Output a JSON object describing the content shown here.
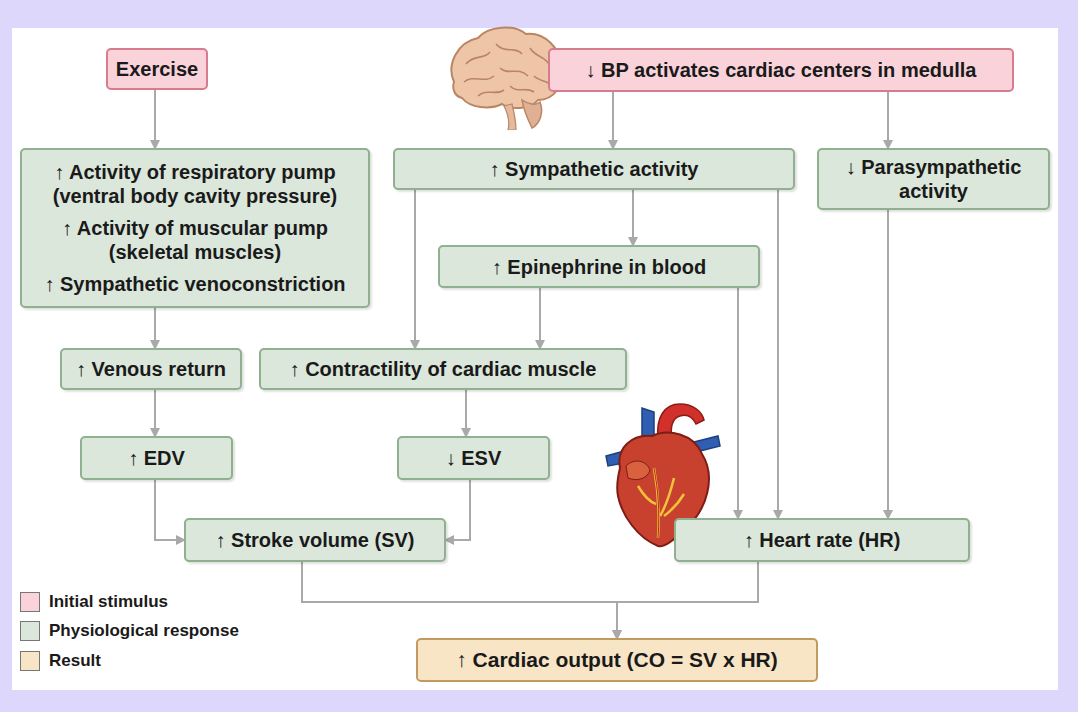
{
  "diagram": {
    "nodes": [
      {
        "text": [
          "Exercise"
        ]
      },
      {
        "text": [
          "↓ BP activates cardiac centers in medulla"
        ]
      },
      {
        "text": [
          "↑ Activity of respiratory pump (ventral body cavity pressure)",
          "↑ Activity of muscular pump (skeletal muscles)",
          "↑ Sympathetic venoconstriction"
        ]
      },
      {
        "text": [
          "↑ Sympathetic activity"
        ]
      },
      {
        "text": [
          "↓ Parasympathetic activity"
        ]
      },
      {
        "text": [
          "↑ Epinephrine in blood"
        ]
      },
      {
        "text": [
          "↑ Venous return"
        ]
      },
      {
        "text": [
          "↑ Contractility of cardiac muscle"
        ]
      },
      {
        "text": [
          "↑ EDV"
        ]
      },
      {
        "text": [
          "↓ ESV"
        ]
      },
      {
        "text": [
          "↑ Stroke volume (SV)"
        ]
      },
      {
        "text": [
          "↑ Heart rate (HR)"
        ]
      },
      {
        "text": [
          "↑ Cardiac output (CO = SV x HR)"
        ]
      }
    ],
    "edges": [
      {
        "from": 0,
        "to": 2,
        "arrow": "to"
      },
      {
        "from": 1,
        "to": 3,
        "arrow": "to"
      },
      {
        "from": 1,
        "to": 4,
        "arrow": "to"
      },
      {
        "from": 2,
        "to": 6,
        "arrow": "to"
      },
      {
        "from": 3,
        "to": 5,
        "arrow": "to"
      },
      {
        "from": 3,
        "to": 7,
        "arrow": "to"
      },
      {
        "from": 3,
        "to": 11,
        "arrow": "to"
      },
      {
        "from": 5,
        "to": 7,
        "arrow": "to"
      },
      {
        "from": 5,
        "to": 11,
        "arrow": "to"
      },
      {
        "from": 4,
        "to": 11,
        "arrow": "to"
      },
      {
        "from": 6,
        "to": 8,
        "arrow": "to"
      },
      {
        "from": 7,
        "to": 9,
        "arrow": "to"
      },
      {
        "from": 8,
        "to": 10,
        "arrow": "to"
      },
      {
        "from": 9,
        "to": 10,
        "arrow": "to"
      },
      {
        "from": 10,
        "to": 12,
        "arrow": "to"
      },
      {
        "from": 11,
        "to": 12,
        "arrow": "to"
      }
    ],
    "legend": [
      {
        "text": "Initial stimulus",
        "color": "#f9d2da"
      },
      {
        "text": "Physiological response",
        "color": "#dbe7da"
      },
      {
        "text": "Result",
        "color": "#f8e5c6"
      }
    ]
  }
}
